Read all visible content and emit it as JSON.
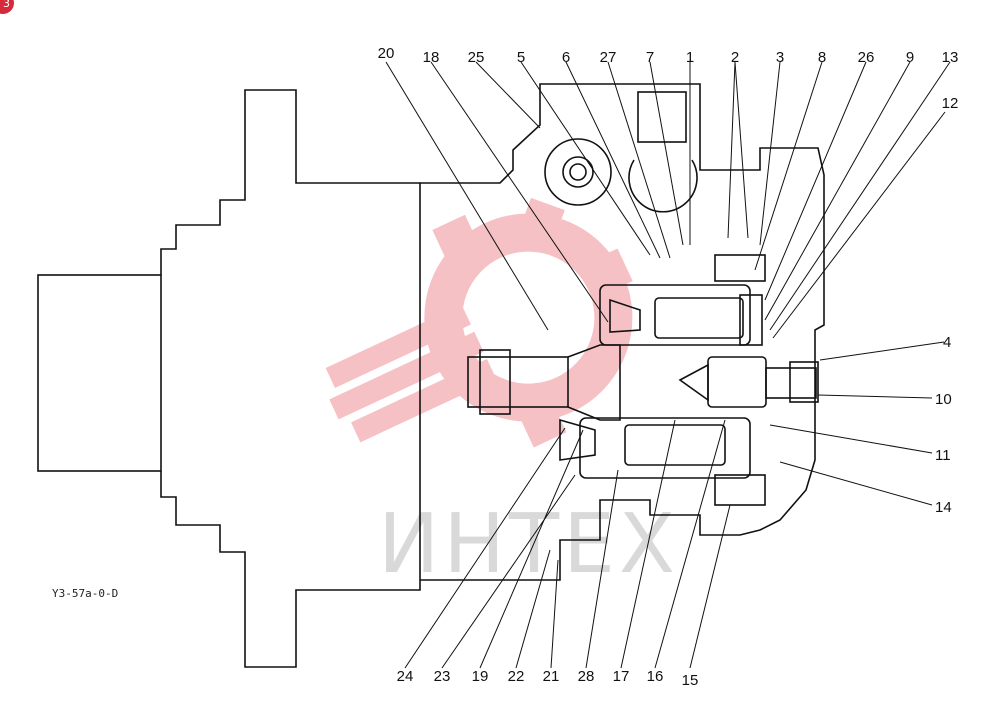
{
  "figure": {
    "code": "Y3-57a-0-D",
    "corner_badge": "3"
  },
  "watermark": {
    "text": "ИНТЕХ",
    "color": "#e9a0a6"
  },
  "callouts_top": [
    "20",
    "18",
    "25",
    "5",
    "6",
    "27",
    "7",
    "1",
    "2",
    "3",
    "8",
    "26",
    "9",
    "13",
    "12"
  ],
  "callouts_right": [
    "4",
    "10",
    "11",
    "14"
  ],
  "callouts_bottom": [
    "24",
    "23",
    "19",
    "22",
    "21",
    "28",
    "17",
    "16",
    "15"
  ]
}
